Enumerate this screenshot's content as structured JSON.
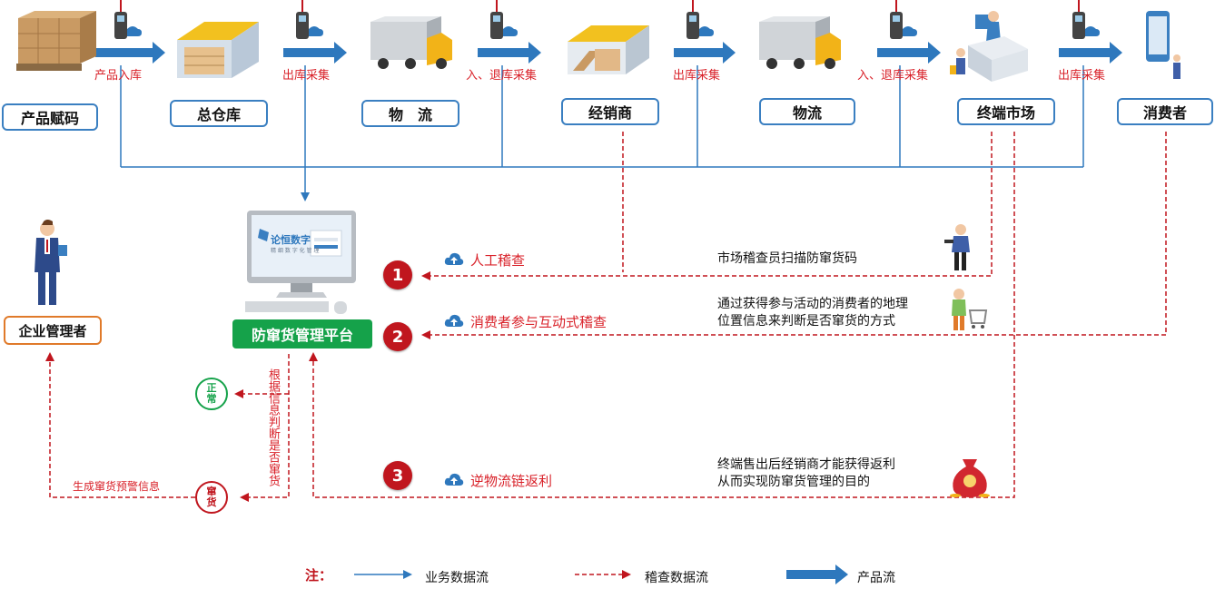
{
  "nodes": {
    "product_code": "产品赋码",
    "warehouse": "总仓库",
    "logistics1": "物　流",
    "distributor": "经销商",
    "logistics2": "物流",
    "terminal": "终端市场",
    "consumer": "消费者"
  },
  "flow_labels": {
    "product_in": "产品入库",
    "out1": "出库采集",
    "in_return1": "入、退库采集",
    "out2": "出库采集",
    "in_return2": "入、退库采集",
    "out3": "出库采集"
  },
  "platform": {
    "title": "防窜货管理平台",
    "screen_brand": "论恒数字",
    "screen_sub": "精 细 数 字 化 管 理"
  },
  "manager": "企业管理者",
  "methods": [
    {
      "num": "1",
      "title": "人工稽查",
      "desc1": "市场稽查员扫描防窜货码",
      "desc2": ""
    },
    {
      "num": "2",
      "title": "消费者参与互动式稽查",
      "desc1": "通过获得参与活动的消费者的地理",
      "desc2": "位置信息来判断是否窜货的方式"
    },
    {
      "num": "3",
      "title": "逆物流链返利",
      "desc1": "终端售出后经销商才能获得返利",
      "desc2": "从而实现防窜货管理的目的"
    }
  ],
  "status": {
    "normal": "正常",
    "diverted": "窜货",
    "judge_text": "根据信息判断是否窜货",
    "alert_text": "生成窜货预警信息"
  },
  "legend": {
    "note": "注：",
    "business": "业务数据流",
    "audit": "稽查数据流",
    "product": "产品流"
  },
  "colors": {
    "blue": "#2e78bd",
    "red": "#c0161e",
    "green": "#15a24a",
    "orange": "#e07a2a"
  }
}
